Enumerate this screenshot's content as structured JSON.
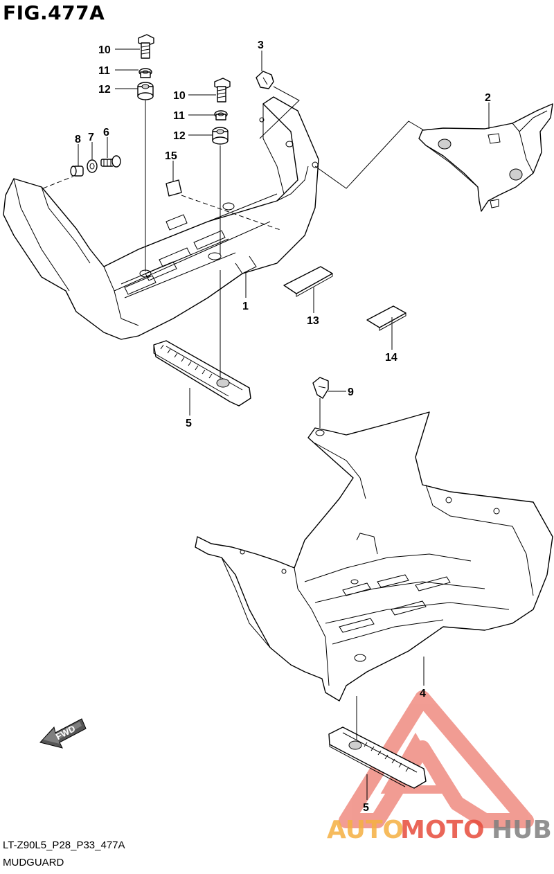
{
  "figure": {
    "title": "FIG.477A",
    "code": "LT-Z90L5_P28_P33_477A",
    "name": "MUDGUARD"
  },
  "callouts": {
    "c1": "1",
    "c2": "2",
    "c3": "3",
    "c4": "4",
    "c5a": "5",
    "c5b": "5",
    "c6": "6",
    "c7": "7",
    "c8": "8",
    "c9": "9",
    "c10a": "10",
    "c10b": "10",
    "c11a": "11",
    "c11b": "11",
    "c12a": "12",
    "c12b": "12",
    "c13": "13",
    "c14": "14",
    "c15": "15"
  },
  "fwd_label": "FWD",
  "watermark": {
    "part1": "AUTO",
    "part2": "MOTO",
    "part3": "HUB",
    "color_orange": "#f5b041",
    "color_red": "#e74c3c",
    "color_gray": "#7f7f7f"
  }
}
